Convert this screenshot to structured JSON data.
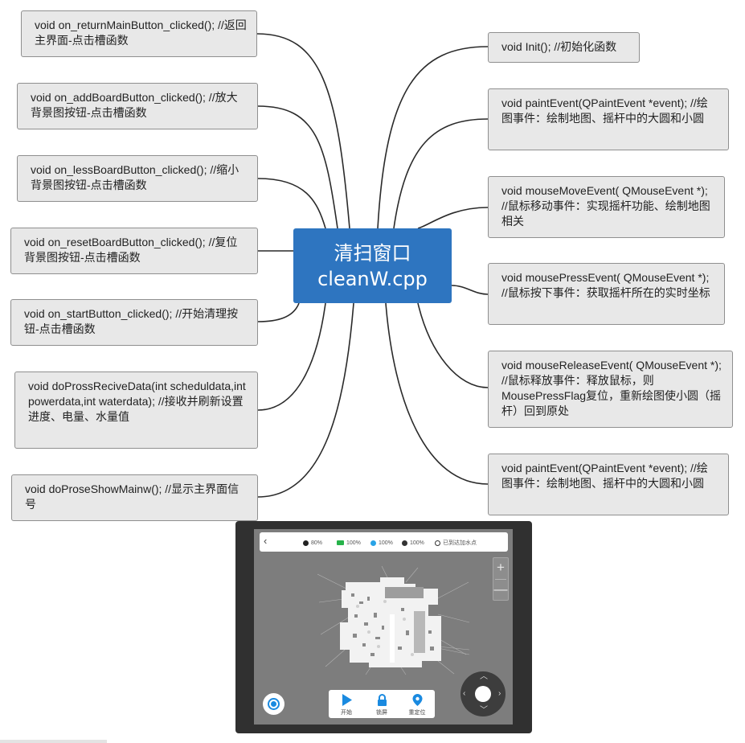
{
  "diagram": {
    "center": {
      "title": "清扫窗口",
      "file": "cleanW.cpp"
    },
    "left_nodes": [
      "void on_returnMainButton_clicked(); //返回主界面-点击槽函数",
      "void on_addBoardButton_clicked(); //放大背景图按钮-点击槽函数",
      "void on_lessBoardButton_clicked(); //缩小背景图按钮-点击槽函数",
      "void on_resetBoardButton_clicked(); //复位背景图按钮-点击槽函数",
      "void on_startButton_clicked(); //开始清理按钮-点击槽函数",
      "void doProssReciveData(int scheduldata,int powerdata,int waterdata); //接收并刷新设置进度、电量、水量值",
      "void doProseShowMainw(); //显示主界面信号"
    ],
    "right_nodes": [
      "void Init(); //初始化函数",
      "void paintEvent(QPaintEvent *event); //绘图事件：绘制地图、摇杆中的大圆和小圆",
      "void mouseMoveEvent( QMouseEvent *); //鼠标移动事件：实现摇杆功能、绘制地图相关",
      "void mousePressEvent( QMouseEvent *); //鼠标按下事件：获取摇杆所在的实时坐标",
      "void mouseReleaseEvent( QMouseEvent *); //鼠标释放事件：释放鼠标，则MousePressFlag复位，重新绘图使小圆（摇杆）回到原处",
      "void paintEvent(QPaintEvent *event); //绘图事件：绘制地图、摇杆中的大圆和小圆"
    ]
  },
  "screenshot": {
    "status_bar": {
      "back_icon": "chevron-left-icon",
      "progress": "80%",
      "battery": "100%",
      "water": "100%",
      "signal": "100%",
      "status_text": "已到达加水点"
    },
    "zoom": {
      "plus": "+",
      "minus": "—"
    },
    "bottom_bar": {
      "start": "开始",
      "lock": "锁屏",
      "relocate": "重定位"
    },
    "colors": {
      "center_fill": "#2e75c0",
      "node_fill": "#e8e8e8",
      "accent": "#1a8ae0",
      "map_bg": "#7d7d7d"
    }
  }
}
